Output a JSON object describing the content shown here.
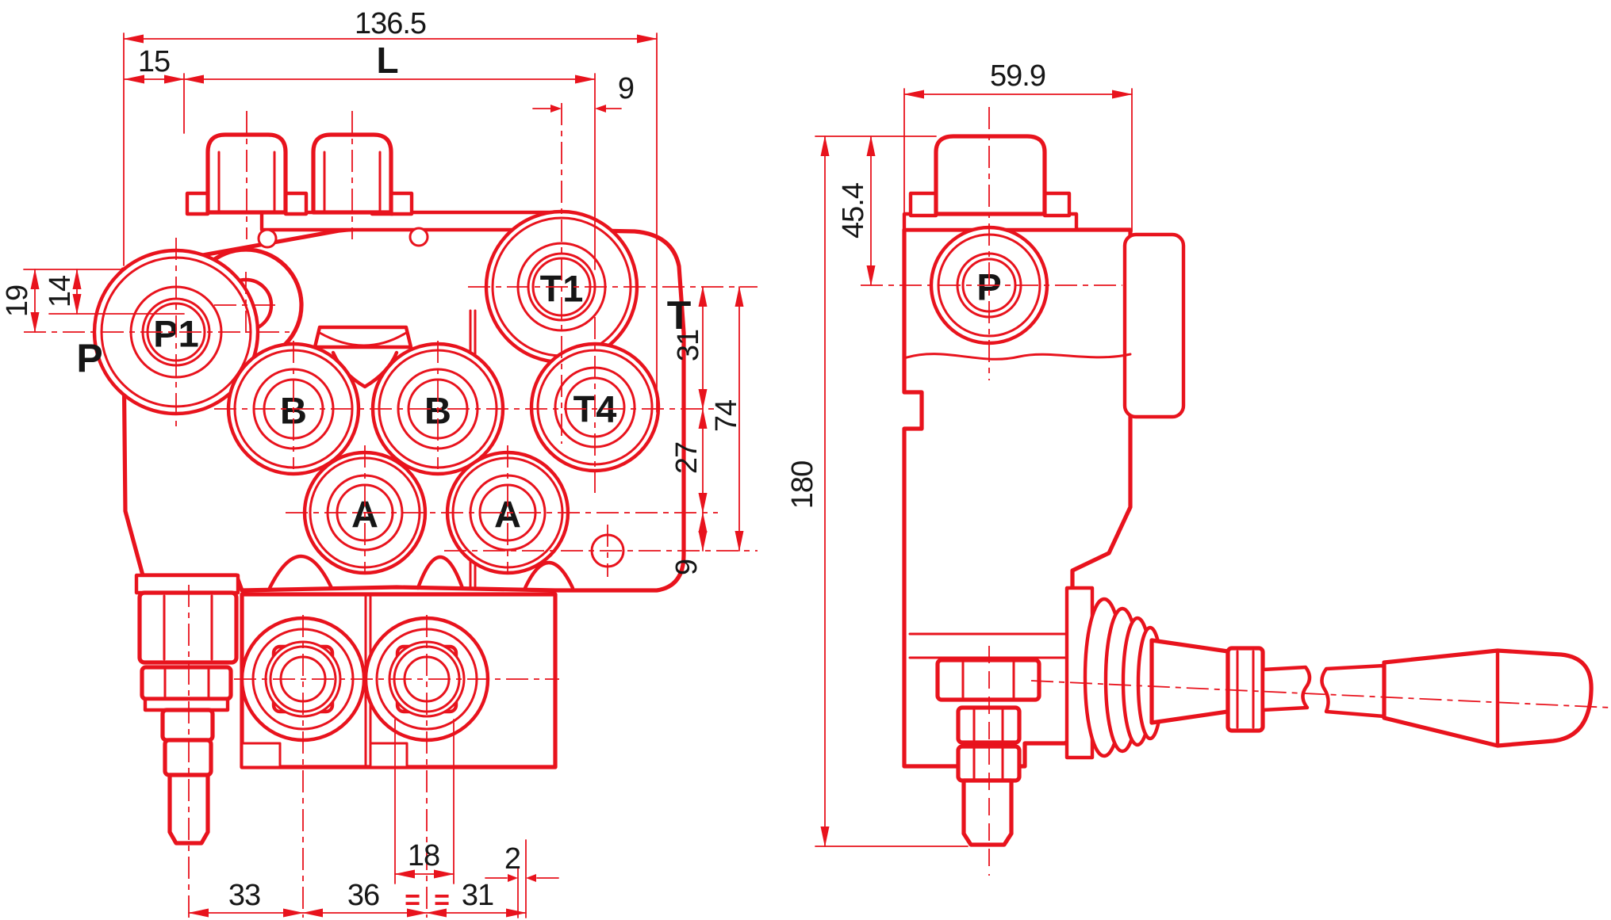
{
  "colors": {
    "line": "#e8131d",
    "text": "#161616",
    "bg": "#ffffff"
  },
  "views": {
    "front": {
      "ports": {
        "p1": "P1",
        "t1": "T1",
        "b_left": "B",
        "b_right": "B",
        "t4": "T4",
        "a_left": "A",
        "a_right": "A"
      },
      "side_labels": {
        "pressure": "P",
        "tank": "T"
      },
      "dims": {
        "overall_width": "136.5",
        "left_offset": "15",
        "section_length": "L",
        "top_right": "9",
        "left_outer": "19",
        "left_inner": "14",
        "right_top": "31",
        "right_mid": "27",
        "right_bottom": "9",
        "right_total": "74",
        "bottom_first": "33",
        "bottom_second": "36",
        "bottom_port": "18",
        "bottom_offset": "2",
        "bottom_third": "31",
        "equal_mark": "="
      }
    },
    "side": {
      "ports": {
        "p": "P"
      },
      "dims": {
        "overall_width": "59.9",
        "p_drop": "45.4",
        "overall_height": "180"
      }
    }
  }
}
